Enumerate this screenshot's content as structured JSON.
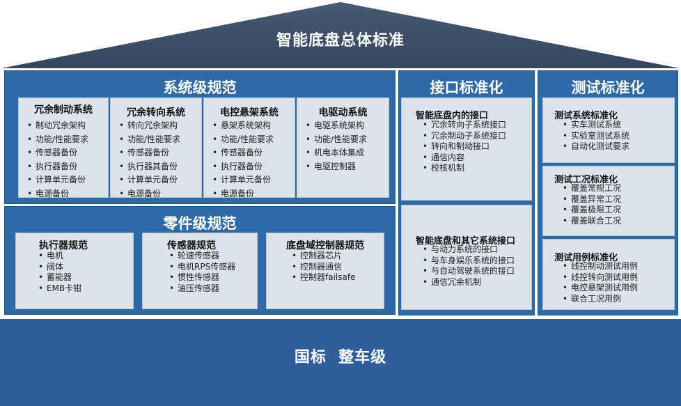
{
  "roof": {
    "title": "智能底盘总体标准"
  },
  "system_spec": {
    "title": "系统级规范",
    "groups": [
      {
        "title": "冗余制动系统",
        "items": [
          "制动冗余架构",
          "功能/性能要求",
          "传感器备份",
          "执行器备份",
          "计算单元备份",
          "电源备份"
        ]
      },
      {
        "title": "冗余转向系统",
        "items": [
          "转向冗余架构",
          "功能/性能要求",
          "传感器备份",
          "执行器其备份",
          "计算单元备份",
          "电源备份"
        ]
      },
      {
        "title": "电控悬架系统",
        "items": [
          "悬架系统架构",
          "功能/性能要求",
          "传感器备份",
          "执行器备份",
          "计算单元备份",
          "电源备份"
        ]
      },
      {
        "title": "电驱动系统",
        "items": [
          "电驱系统架构",
          "功能/性能要求",
          "机电本体集成",
          "电驱控制器"
        ]
      }
    ]
  },
  "part_spec": {
    "title": "零件级规范",
    "groups": [
      {
        "title": "执行器规范",
        "items": [
          "电机",
          "阀体",
          "蓄能器",
          "EMB卡钳"
        ]
      },
      {
        "title": "传感器规范",
        "items": [
          "轮速传感器",
          "电机RPS传感器",
          "惯性传感器",
          "油压传感器"
        ]
      },
      {
        "title": "底盘域控制器规范",
        "items": [
          "控制器芯片",
          "控制器通信",
          "控制器failsafe"
        ]
      }
    ]
  },
  "interface_std": {
    "title": "接口标准化",
    "groups": [
      {
        "title": "智能底盘内的接口",
        "items": [
          "冗余转向子系统接口",
          "冗余制动子系统接口",
          "转向和制动接口",
          "通信内容",
          "校核机制"
        ]
      },
      {
        "title": "智能底盘和其它系统接口",
        "items": [
          "与动力系统的接口",
          "与车身娱乐系统的接口",
          "与自动驾驶系统的接口",
          "通信冗余机制"
        ]
      }
    ]
  },
  "test_std": {
    "title": "测试标准化",
    "groups": [
      {
        "title": "测试系统标准化",
        "items": [
          "实车测试系统",
          "实验室测试系统",
          "自动化测试要求"
        ]
      },
      {
        "title": "测试工况标准化",
        "items": [
          "覆盖常规工况",
          "覆盖异常工况",
          "覆盖极限工况",
          "覆盖联合工况"
        ]
      },
      {
        "title": "测试用例标准化",
        "items": [
          "线控制动测试用例",
          "线控转向测试用例",
          "电控悬架测试用例",
          "联合工况用例"
        ]
      }
    ]
  },
  "base": {
    "title": "国标  整车级"
  },
  "colors": {
    "roof": "#3c4d63",
    "panel": "#2e6aa6",
    "card": "#dde3ea",
    "base": "#2e5f9b"
  }
}
